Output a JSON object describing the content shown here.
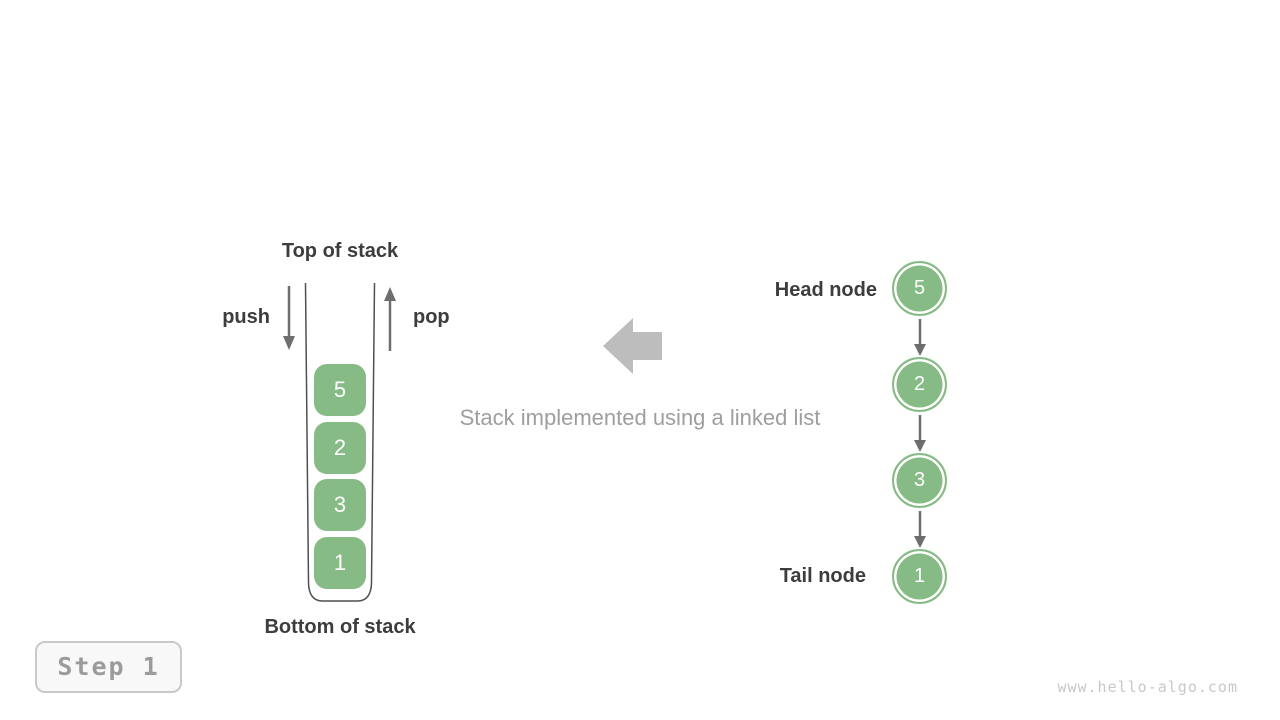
{
  "stack": {
    "top_label": "Top of stack",
    "bottom_label": "Bottom of stack",
    "push_label": "push",
    "pop_label": "pop",
    "items": [
      "5",
      "2",
      "3",
      "1"
    ]
  },
  "linked_list": {
    "head_label": "Head node",
    "tail_label": "Tail node",
    "nodes": [
      "5",
      "2",
      "3",
      "1"
    ]
  },
  "caption": "Stack implemented using a linked list",
  "step_badge": "Step 1",
  "watermark": "www.hello-algo.com",
  "colors": {
    "node_green": "#86bb85",
    "dark_text": "#3d3d3d",
    "arrow_gray": "#6e6e6e",
    "block_arrow_gray": "#bdbdbd",
    "caption_gray": "#9e9e9e",
    "container_stroke": "#4f4f4f"
  }
}
